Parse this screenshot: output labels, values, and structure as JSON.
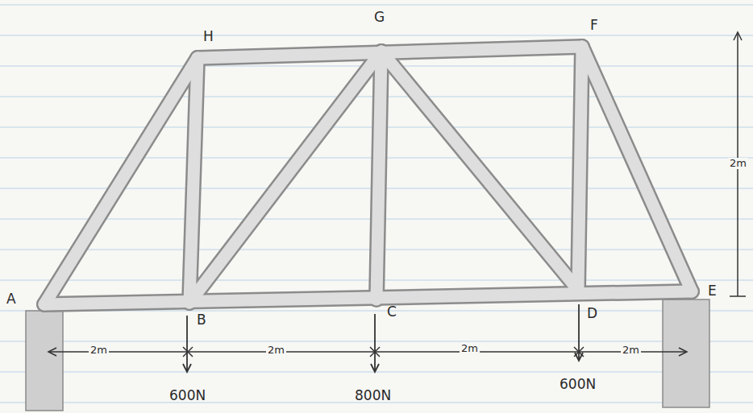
{
  "diagram": {
    "labels": [
      "H",
      "G",
      "F",
      "A",
      "B",
      "C",
      "D",
      "E",
      "2m",
      "2m",
      "2m",
      "2m",
      "2m",
      "600N",
      "800N",
      "600N"
    ]
  }
}
